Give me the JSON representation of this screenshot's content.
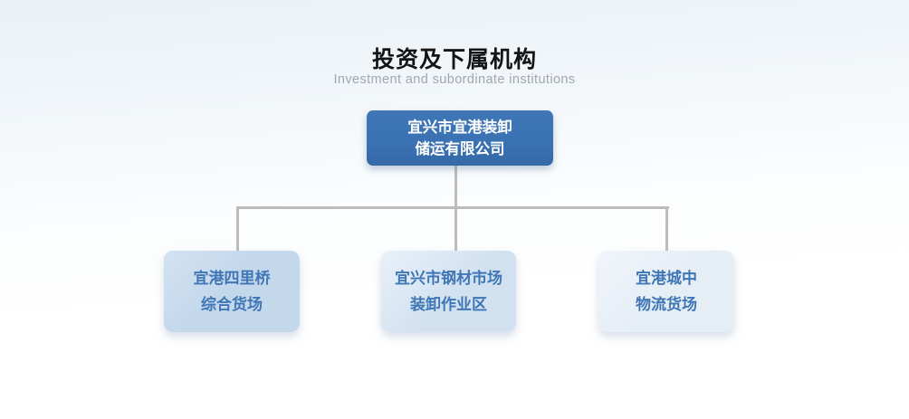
{
  "header": {
    "title": "投资及下属机构",
    "subtitle": "Investment and subordinate institutions"
  },
  "org": {
    "root": {
      "line1": "宜兴市宜港装卸",
      "line2": "储运有限公司"
    },
    "children": [
      {
        "line1": "宜港四里桥",
        "line2": "综合货场"
      },
      {
        "line1": "宜兴市钢材市场",
        "line2": "装卸作业区"
      },
      {
        "line1": "宜港城中",
        "line2": "物流货场"
      }
    ]
  },
  "colors": {
    "title_text": "#141414",
    "subtitle_text": "#a1a7ad",
    "root_box": "#3a72b3",
    "root_text": "#ffffff",
    "child_box_1": "#c4d8ec",
    "child_box_2": "#d2e1f0",
    "child_box_3": "#e5edf5",
    "child_text": "#3f76b5",
    "connector": "#bcbcbc"
  }
}
